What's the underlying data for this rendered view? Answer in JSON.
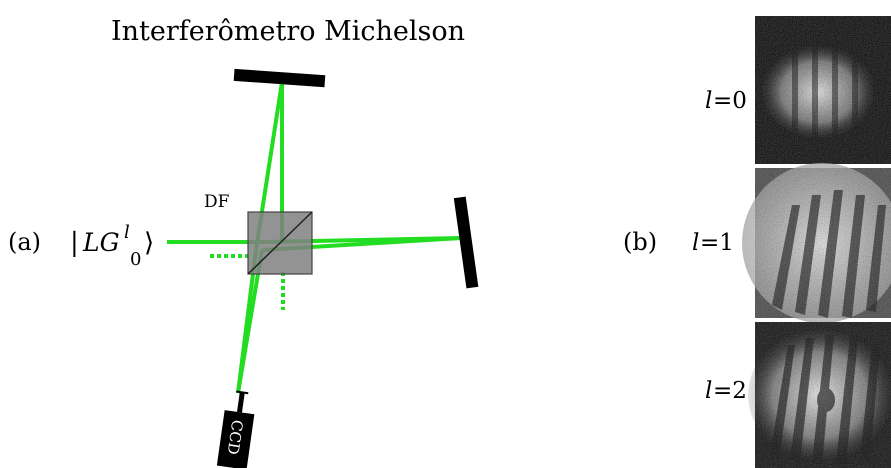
{
  "title": "Interferômetro Michelson",
  "panel_a_label": "(a)",
  "panel_b_label": "(b)",
  "ket": {
    "open": "|",
    "symbol": "LG",
    "superscript": "l",
    "subscript": "0",
    "close": "⟩"
  },
  "beam_splitter_label": "DF",
  "detector_label": "CCD",
  "interferograms": [
    {
      "label_var": "l",
      "label_eq": "=0"
    },
    {
      "label_var": "l",
      "label_eq": "=1"
    },
    {
      "label_var": "l",
      "label_eq": "=2"
    }
  ],
  "colors": {
    "beam": "#22dd22",
    "mirror": "#000000",
    "beam_splitter_fill": "#808080",
    "image_background": "#111111"
  }
}
